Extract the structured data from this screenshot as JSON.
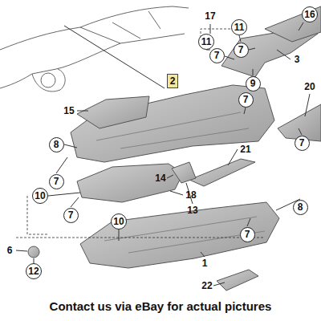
{
  "diagram": {
    "caption": "Contact us via eBay for actual pictures",
    "labels": [
      "17",
      "11",
      "7",
      "11",
      "7",
      "16",
      "2",
      "3",
      "9",
      "20",
      "7",
      "15",
      "7",
      "8",
      "7",
      "14",
      "21",
      "18",
      "13",
      "10",
      "7",
      "7",
      "8",
      "10",
      "6",
      "12",
      "1",
      "22"
    ]
  }
}
